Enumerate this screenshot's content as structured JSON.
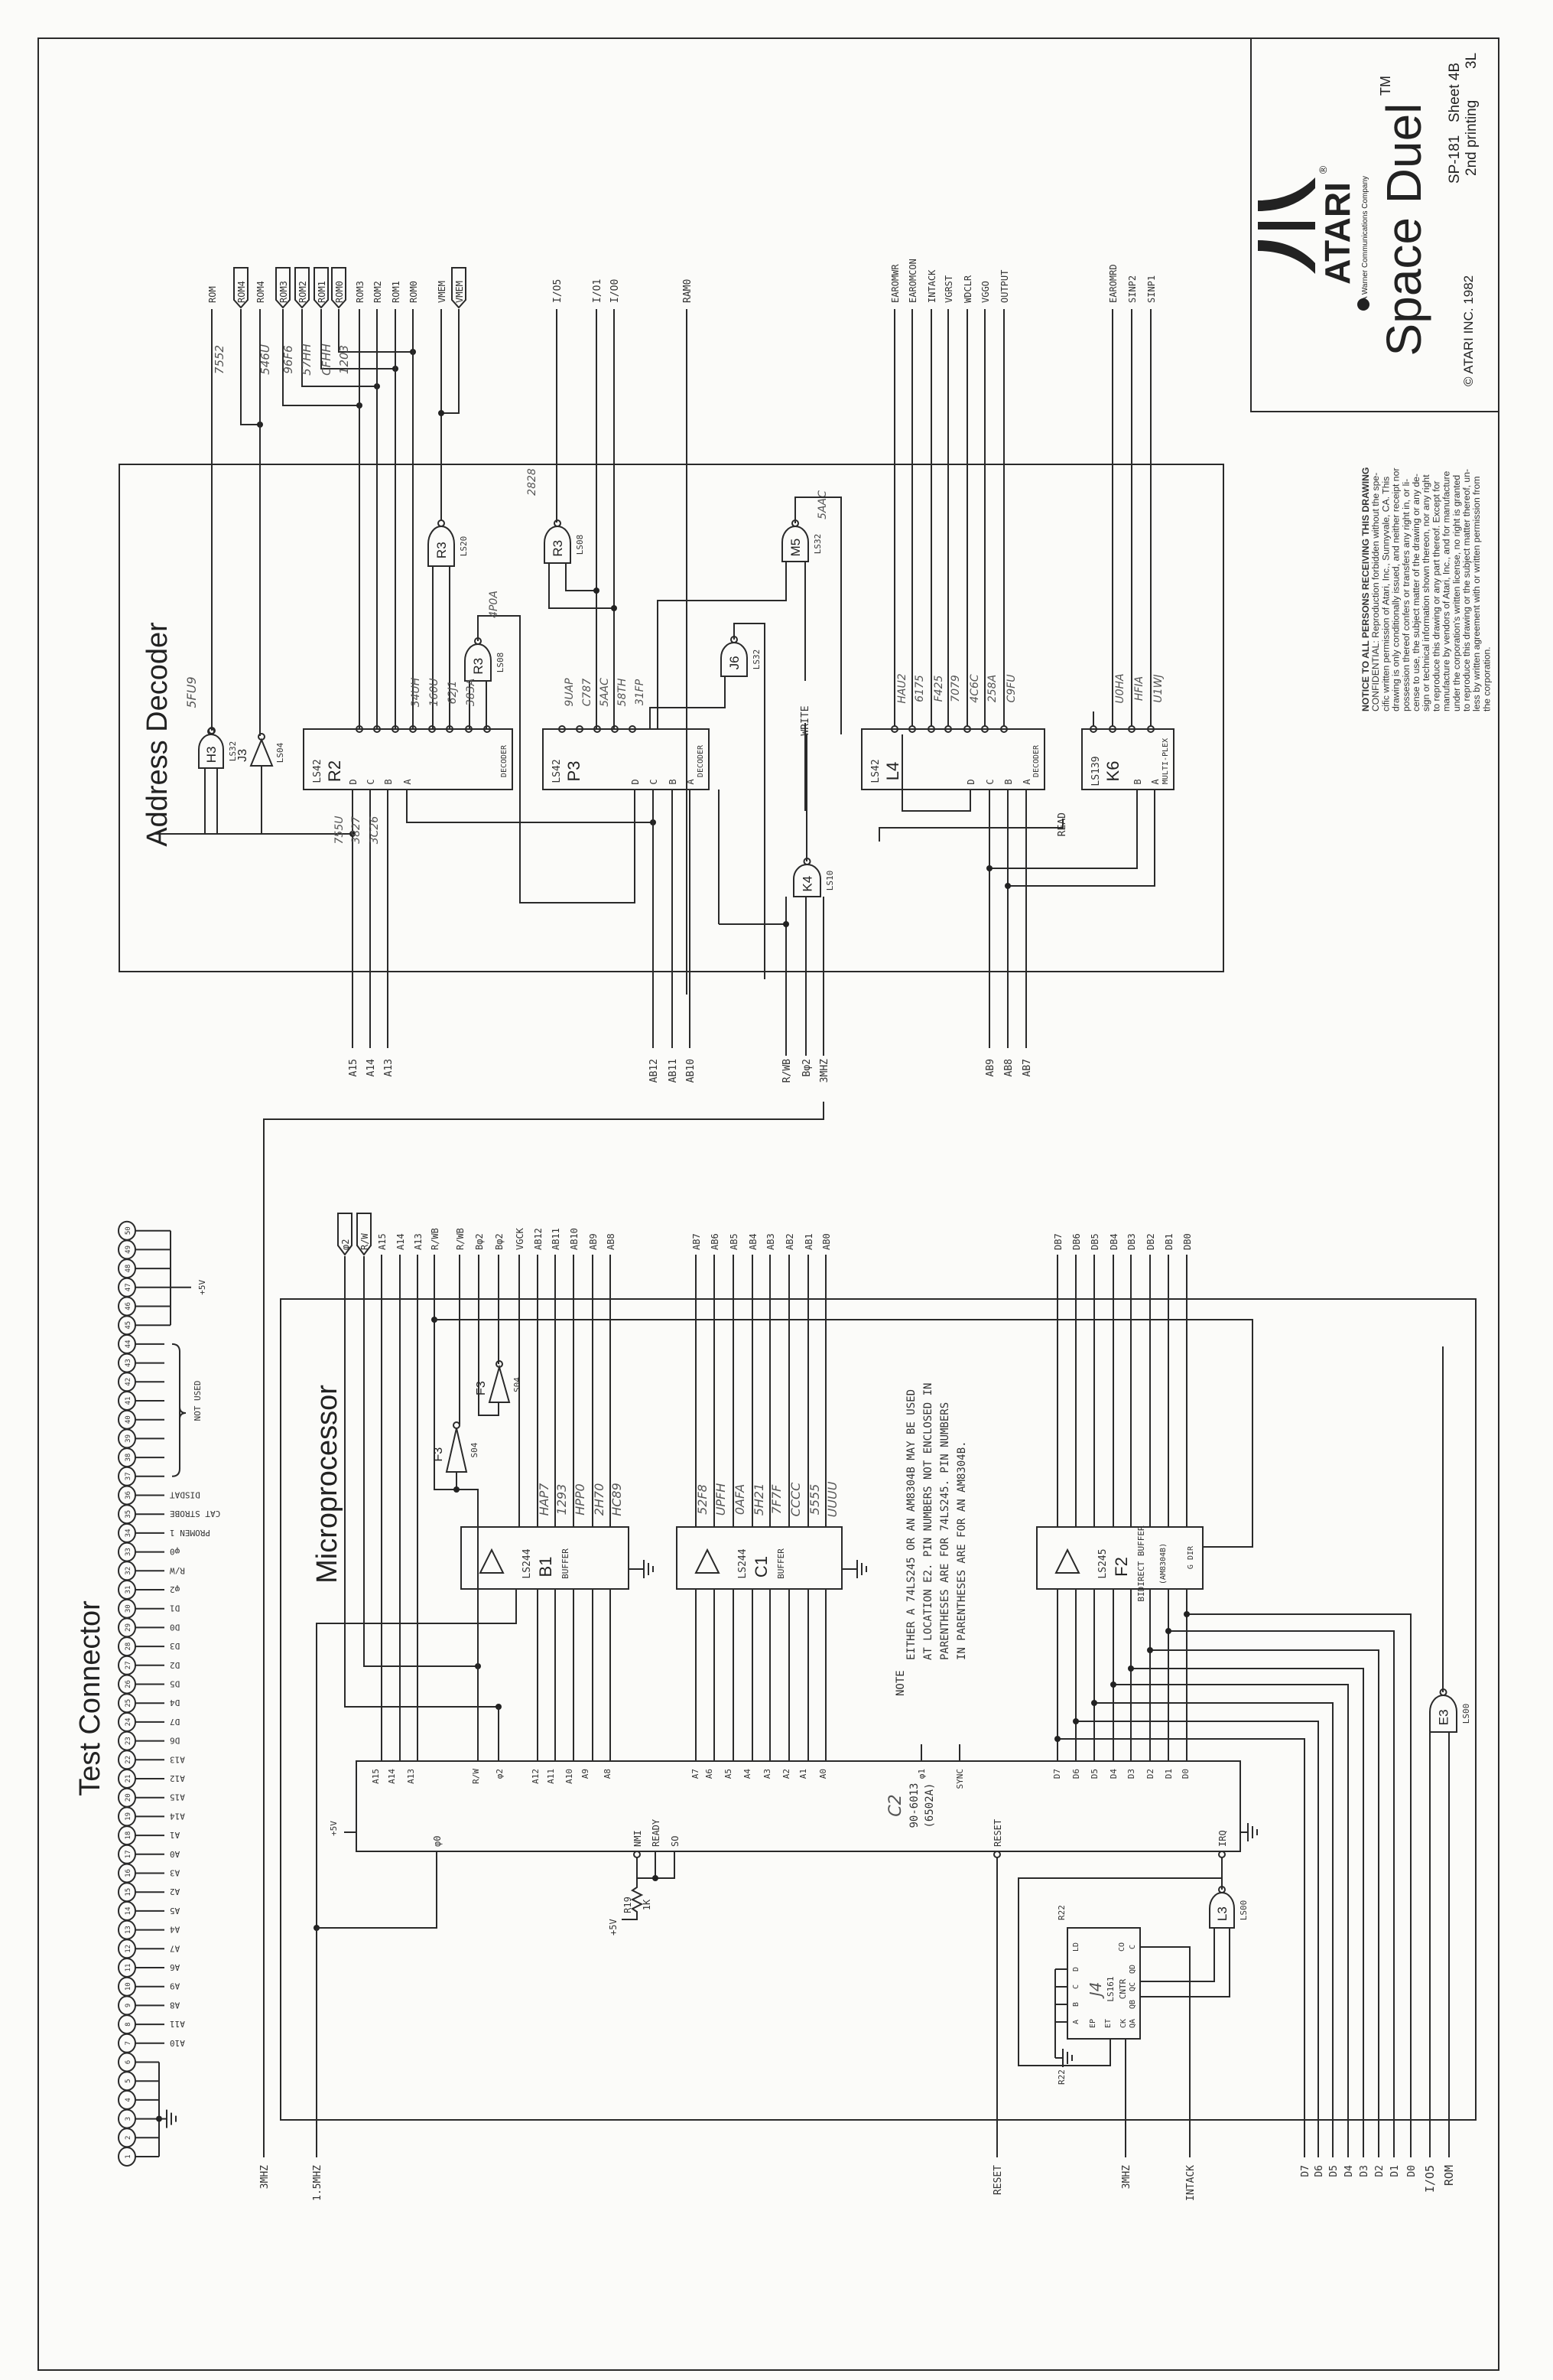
{
  "title_block": {
    "logo": "ATARI",
    "registered": "®",
    "tagline": "A Warner Communications Company",
    "game": "Space Duel",
    "trademark": "TM",
    "copyright": "© ATARI INC. 1982",
    "part_number": "SP-181",
    "sheet": "Sheet 4B",
    "printing": "2nd printing",
    "printing_code": "3L"
  },
  "notice": {
    "lines": [
      "NOTICE TO ALL PERSONS RECEIVING THIS DRAWING",
      "CONFIDENTIAL: Reproduction forbidden without the spe-",
      "cific written permission of Atari, Inc., Sunnyvale, CA. This",
      "drawing is only conditionally issued, and neither receipt nor",
      "possession thereof confers or transfers any right in, or li-",
      "cense to use, the subject matter of the drawing or any de-",
      "sign or technical information shown thereon, nor any right",
      "to reproduce this drawing or any part thereof. Except for",
      "manufacture by vendors of Atari, Inc., and for manufacture",
      "under the corporation's written license, no right is granted",
      "to reproduce this drawing or the subject matter thereof, un-",
      "less by written agreement with or written permission from",
      "the corporation."
    ]
  },
  "sections": {
    "address_decoder": "Address Decoder",
    "microprocessor": "Microprocessor",
    "test_connector": "Test Connector"
  },
  "address_decoder": {
    "rom_outputs": [
      "ROM",
      "ROM4",
      "ROM4",
      "ROM3",
      "ROM2",
      "ROM1",
      "ROM0",
      "ROM3",
      "ROM2",
      "ROM1",
      "ROM0",
      "VMEM",
      "VMEM"
    ],
    "io_outputs": [
      "I/O5",
      "I/O1",
      "I/O0",
      "RAM0"
    ],
    "l4_outputs": [
      "EAROMWR",
      "EAROMCON",
      "INTACK",
      "VGRST",
      "WDCLR",
      "VGGO",
      "OUTPUT"
    ],
    "k6_outputs": [
      "EAROMRD",
      "SINP2",
      "SINP1"
    ],
    "inputs": [
      "A15",
      "A14",
      "A13",
      "AB12",
      "AB11",
      "AB10",
      "R/WB",
      "Bφ2",
      "3MHZ",
      "AB9",
      "AB8",
      "AB7"
    ],
    "write_label": "WRITE",
    "read_label": "READ",
    "chips": [
      {
        "type": "LS42",
        "ref": "R2",
        "func": "DECODER"
      },
      {
        "type": "LS42",
        "ref": "P3",
        "func": "DECODER"
      },
      {
        "type": "LS42",
        "ref": "L4",
        "func": "DECODER"
      },
      {
        "type": "LS139",
        "ref": "K6",
        "func": "MULTI-PLEX"
      }
    ],
    "decoder_pins": [
      "D",
      "C",
      "B",
      "A"
    ],
    "gates": [
      {
        "ref": "H3",
        "type": "LS32"
      },
      {
        "ref": "J3",
        "type": "LS04"
      },
      {
        "ref": "R3",
        "type": "LS20"
      },
      {
        "ref": "R3",
        "type": "LS08"
      },
      {
        "ref": "R3",
        "type": "LS08"
      },
      {
        "ref": "J6",
        "type": "LS32"
      },
      {
        "ref": "M5",
        "type": "LS32"
      },
      {
        "ref": "K4",
        "type": "LS10"
      }
    ],
    "signatures": {
      "rom": [
        "7552",
        "546U",
        "96F6",
        "57HH",
        "CFHH",
        "1203"
      ],
      "r2": [
        "34UH",
        "160U",
        "62J1",
        "383A"
      ],
      "r2_misc": [
        "5FU9",
        "4P0A",
        "755U",
        "3827",
        "3C26"
      ],
      "p3": [
        "9UAP",
        "C787",
        "5AAC",
        "58TH",
        "31FP"
      ],
      "p3_misc": [
        "2828",
        "5AAC"
      ],
      "l4": [
        "HAU2",
        "6175",
        "F425",
        "7079",
        "4C6C",
        "258A",
        "C9FU"
      ],
      "k6": [
        "U0HA",
        "HFIA",
        "U1WJ"
      ]
    }
  },
  "microprocessor": {
    "bus_top": [
      "φ2",
      "R/W",
      "A15",
      "A14",
      "A13",
      "R/WB",
      "R/WB",
      "Bφ2",
      "Bφ2",
      "VGCK",
      "AB12",
      "AB11",
      "AB10",
      "AB9",
      "AB8",
      "AB7",
      "AB6",
      "AB5",
      "AB4",
      "AB3",
      "AB2",
      "AB1",
      "AB0",
      "DB7",
      "DB6",
      "DB5",
      "DB4",
      "DB3",
      "DB2",
      "DB1",
      "DB0"
    ],
    "buffers": [
      {
        "type": "LS244",
        "ref": "B1",
        "func": "BUFFER",
        "sigs": [
          "HAP7",
          "1293",
          "HPP0",
          "2H70",
          "HC89"
        ]
      },
      {
        "type": "LS244",
        "ref": "C1",
        "func": "BUFFER",
        "sigs": [
          "52F8",
          "UPFH",
          "0AFA",
          "5H21",
          "7F7F",
          "CCCC",
          "5555",
          "UUUU"
        ]
      },
      {
        "type": "LS245",
        "alt": "(AM8304B)",
        "ref": "F2",
        "func": "BIDIRECT BUFFER",
        "ctrl": "G DIR"
      }
    ],
    "inverters": [
      {
        "ref": "F3",
        "type": "S04"
      },
      {
        "ref": "F3",
        "type": "S04"
      }
    ],
    "cpu": {
      "ref": "C2",
      "part": "90-6013",
      "type": "(6502A)",
      "pins_top": [
        "A15",
        "A14",
        "A13",
        "R/W",
        "φ2",
        "A12",
        "A11",
        "A10",
        "A9",
        "A8",
        "A7",
        "A6",
        "A5",
        "A4",
        "A3",
        "A2",
        "A1",
        "A0",
        "φ1",
        "SYNC",
        "D7",
        "D6",
        "D5",
        "D4",
        "D3",
        "D2",
        "D1",
        "D0"
      ],
      "pins_bottom": [
        "φ0",
        "NMI",
        "READY",
        "SO",
        "RESET",
        "IRQ"
      ],
      "supply": "+5V"
    },
    "resistor": {
      "ref": "R19",
      "value": "1K",
      "supply": "+5V"
    },
    "counter": {
      "ref": "J4",
      "type": "LS161",
      "func": "CNTR",
      "pins": [
        "A",
        "B",
        "C",
        "D",
        "LD",
        "EP",
        "ET",
        "CK",
        "QA",
        "QB",
        "QC",
        "QD",
        "C",
        "CO"
      ],
      "pullup": "R22",
      "pullup2": "R22"
    },
    "irq_gate": {
      "ref": "L3",
      "type": "LS00"
    },
    "e3_gate": {
      "ref": "E3",
      "type": "LS00"
    },
    "bottom_signals": [
      "1.5MHZ",
      "RESET",
      "3MHZ",
      "INTACK",
      "D7",
      "D6",
      "D5",
      "D4",
      "D3",
      "D2",
      "D1",
      "D0",
      "I/O5",
      "ROM"
    ],
    "left_clock": "3MHZ",
    "note": {
      "heading": "NOTE",
      "lines": [
        "EITHER A 74LS245 OR AN AM8304B MAY BE USED",
        "AT LOCATION E2. PIN NUMBERS NOT ENCLOSED IN",
        "PARENTHESES ARE FOR 74LS245. PIN NUMBERS",
        "IN PARENTHESES ARE FOR AN AM8304B."
      ]
    }
  },
  "test_connector": {
    "pins": [
      "1",
      "2",
      "3",
      "4",
      "5",
      "6",
      "7",
      "8",
      "9",
      "10",
      "11",
      "12",
      "13",
      "14",
      "15",
      "16",
      "17",
      "18",
      "19",
      "20",
      "21",
      "22",
      "23",
      "24",
      "25",
      "26",
      "27",
      "28",
      "29",
      "30",
      "31",
      "32",
      "33",
      "34",
      "35",
      "36",
      "37",
      "38",
      "39",
      "40",
      "41",
      "42",
      "43",
      "44",
      "45",
      "46",
      "47",
      "48",
      "49",
      "50"
    ],
    "pin_labels": [
      "A10",
      "A11",
      "A8",
      "A9",
      "A6",
      "A7",
      "A4",
      "A5",
      "A2",
      "A3",
      "A0",
      "A1",
      "A14",
      "A15",
      "A12",
      "A13",
      "D6",
      "D7",
      "D4",
      "D5",
      "D2",
      "D3",
      "D0",
      "D1",
      "φ2",
      "R/W",
      "φ0",
      "PROMEN 1",
      "CAT STROBE",
      "DISDAT"
    ],
    "not_used": "NOT USED",
    "supply": "+5V"
  }
}
